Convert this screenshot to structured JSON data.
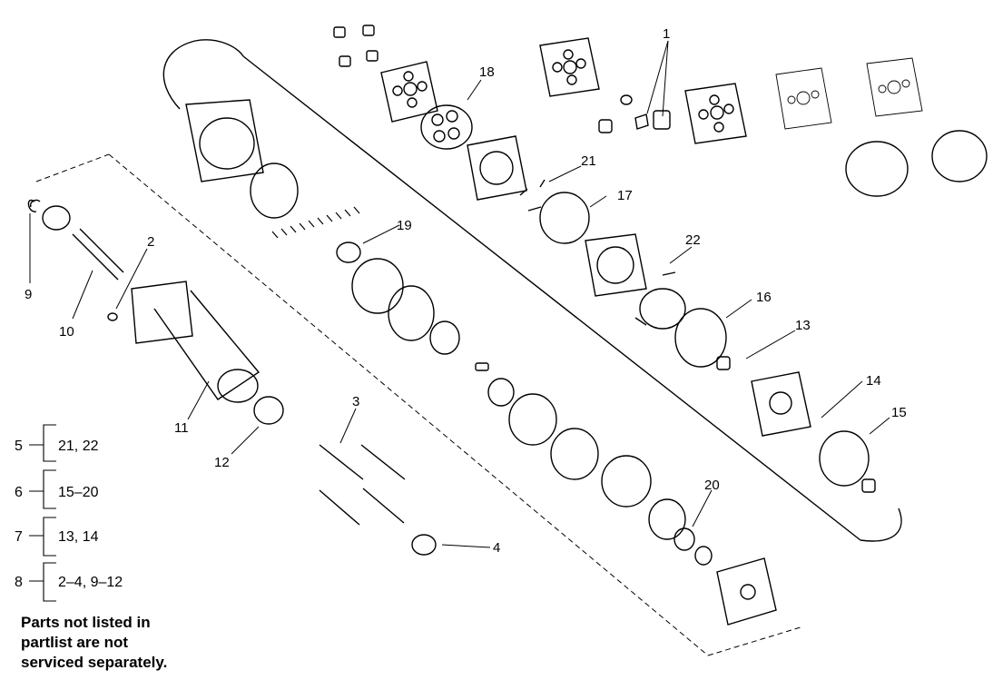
{
  "callouts": {
    "c1": "1",
    "c2": "2",
    "c3": "3",
    "c4": "4",
    "c9": "9",
    "c10": "10",
    "c11": "11",
    "c12": "12",
    "c13": "13",
    "c14": "14",
    "c15": "15",
    "c16": "16",
    "c17": "17",
    "c18": "18",
    "c19": "19",
    "c20": "20",
    "c21": "21",
    "c22": "22"
  },
  "kits": [
    {
      "kit": "5",
      "parts": "21, 22"
    },
    {
      "kit": "6",
      "parts": "15–20"
    },
    {
      "kit": "7",
      "parts": "13, 14"
    },
    {
      "kit": "8",
      "parts": "2–4, 9–12"
    }
  ],
  "note": "Parts not listed in\npartlist are not\nserviced separately."
}
